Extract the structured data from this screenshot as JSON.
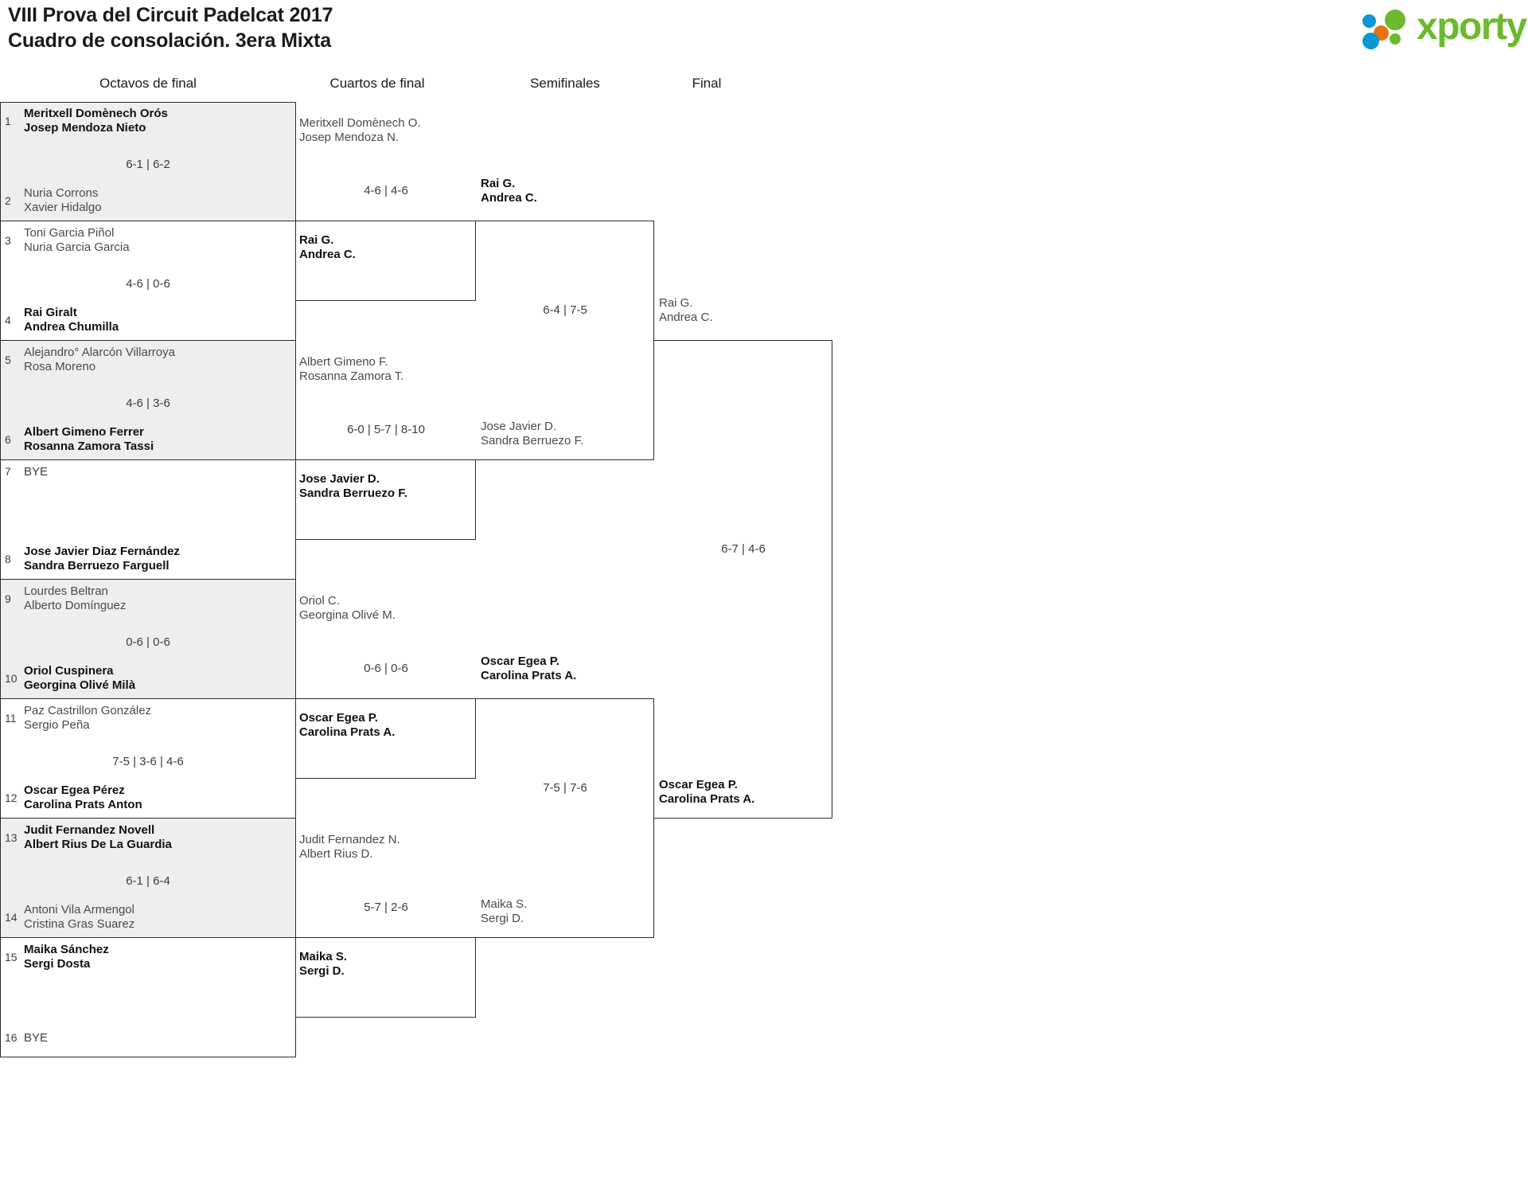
{
  "header": {
    "title_line1": "VIII Prova del Circuit Padelcat 2017",
    "title_line2": "Cuadro de consolación. 3era Mixta"
  },
  "logo": {
    "wordmark": "xporty",
    "green": "#6cb92d",
    "blue": "#0b97d4",
    "orange": "#e8730c"
  },
  "rounds": [
    {
      "label": "Octavos de final"
    },
    {
      "label": "Cuartos de final"
    },
    {
      "label": "Semifinales"
    },
    {
      "label": "Final"
    }
  ],
  "chart_data": {
    "type": "table",
    "title": "VIII Prova del Circuit Padelcat 2017 — Cuadro de consolación. 3era Mixta",
    "round_names": [
      "Octavos de final",
      "Cuartos de final",
      "Semifinales",
      "Final"
    ]
  },
  "round1": {
    "seeds": [
      {
        "num": "1",
        "p1": "Meritxell Domènech Orós",
        "p2": "Josep Mendoza Nieto",
        "state": "win"
      },
      {
        "num": "2",
        "p1": "Nuria Corrons",
        "p2": "Xavier Hidalgo",
        "state": "lose"
      },
      {
        "num": "3",
        "p1": "Toni Garcia Piñol",
        "p2": "Nuria Garcia Garcia",
        "state": "lose"
      },
      {
        "num": "4",
        "p1": "Rai Giralt",
        "p2": "Andrea Chumilla",
        "state": "win"
      },
      {
        "num": "5",
        "p1": "Alejandro° Alarcón Villarroya",
        "p2": "Rosa Moreno",
        "state": "lose"
      },
      {
        "num": "6",
        "p1": "Albert Gimeno Ferrer",
        "p2": "Rosanna Zamora Tassi",
        "state": "win"
      },
      {
        "num": "7",
        "p1": "BYE",
        "p2": "",
        "state": "bye"
      },
      {
        "num": "8",
        "p1": "Jose Javier Diaz Fernández",
        "p2": "Sandra Berruezo Farguell",
        "state": "win"
      },
      {
        "num": "9",
        "p1": "Lourdes Beltran",
        "p2": "Alberto Domínguez",
        "state": "lose"
      },
      {
        "num": "10",
        "p1": "Oriol Cuspinera",
        "p2": "Georgina Olivé Milà",
        "state": "win"
      },
      {
        "num": "11",
        "p1": "Paz Castrillon González",
        "p2": "Sergio Peña",
        "state": "lose"
      },
      {
        "num": "12",
        "p1": "Oscar Egea Pérez",
        "p2": "Carolina Prats Anton",
        "state": "win"
      },
      {
        "num": "13",
        "p1": "Judit Fernandez Novell",
        "p2": "Albert Rius De La Guardia",
        "state": "win"
      },
      {
        "num": "14",
        "p1": "Antoni Vila Armengol",
        "p2": "Cristina Gras Suarez",
        "state": "lose"
      },
      {
        "num": "15",
        "p1": "Maika Sánchez",
        "p2": "Sergi Dosta",
        "state": "win"
      },
      {
        "num": "16",
        "p1": "BYE",
        "p2": "",
        "state": "bye"
      }
    ],
    "scores": [
      "6-1 | 6-2",
      "4-6 | 0-6",
      "4-6 | 3-6",
      "",
      "0-6 | 0-6",
      "7-5 | 3-6 | 4-6",
      "6-1 | 6-4",
      ""
    ]
  },
  "round2": {
    "matches": [
      {
        "top": {
          "p1": "Meritxell Domènech O.",
          "p2": "Josep Mendoza N.",
          "state": "lose"
        },
        "bottom": {
          "p1": "Rai G.",
          "p2": "Andrea C.",
          "state": "win"
        },
        "score": "4-6 | 4-6"
      },
      {
        "top": {
          "p1": "Albert Gimeno F.",
          "p2": "Rosanna Zamora T.",
          "state": "lose"
        },
        "bottom": {
          "p1": "Jose Javier D.",
          "p2": "Sandra Berruezo F.",
          "state": "win"
        },
        "score": "6-0 | 5-7 | 8-10"
      },
      {
        "top": {
          "p1": "Oriol C.",
          "p2": "Georgina Olivé M.",
          "state": "lose"
        },
        "bottom": {
          "p1": "Oscar Egea P.",
          "p2": "Carolina Prats A.",
          "state": "win"
        },
        "score": "0-6 | 0-6"
      },
      {
        "top": {
          "p1": "Judit Fernandez N.",
          "p2": "Albert Rius D.",
          "state": "lose"
        },
        "bottom": {
          "p1": "Maika S.",
          "p2": "Sergi D.",
          "state": "win"
        },
        "score": "5-7 | 2-6"
      }
    ]
  },
  "round3": {
    "matches": [
      {
        "top": {
          "p1": "Rai G.",
          "p2": "Andrea C.",
          "state": "win"
        },
        "bottom": {
          "p1": "Jose Javier D.",
          "p2": "Sandra Berruezo F.",
          "state": "lose"
        },
        "score": "6-4 | 7-5"
      },
      {
        "top": {
          "p1": "Oscar Egea P.",
          "p2": "Carolina Prats A.",
          "state": "win"
        },
        "bottom": {
          "p1": "Maika S.",
          "p2": "Sergi D.",
          "state": "lose"
        },
        "score": "7-5 | 7-6"
      }
    ]
  },
  "round4": {
    "matches": [
      {
        "top": {
          "p1": "Rai G.",
          "p2": "Andrea C.",
          "state": "lose"
        },
        "bottom": {
          "p1": "Oscar Egea P.",
          "p2": "Carolina Prats A.",
          "state": "win"
        },
        "score": "6-7 | 4-6"
      }
    ]
  }
}
